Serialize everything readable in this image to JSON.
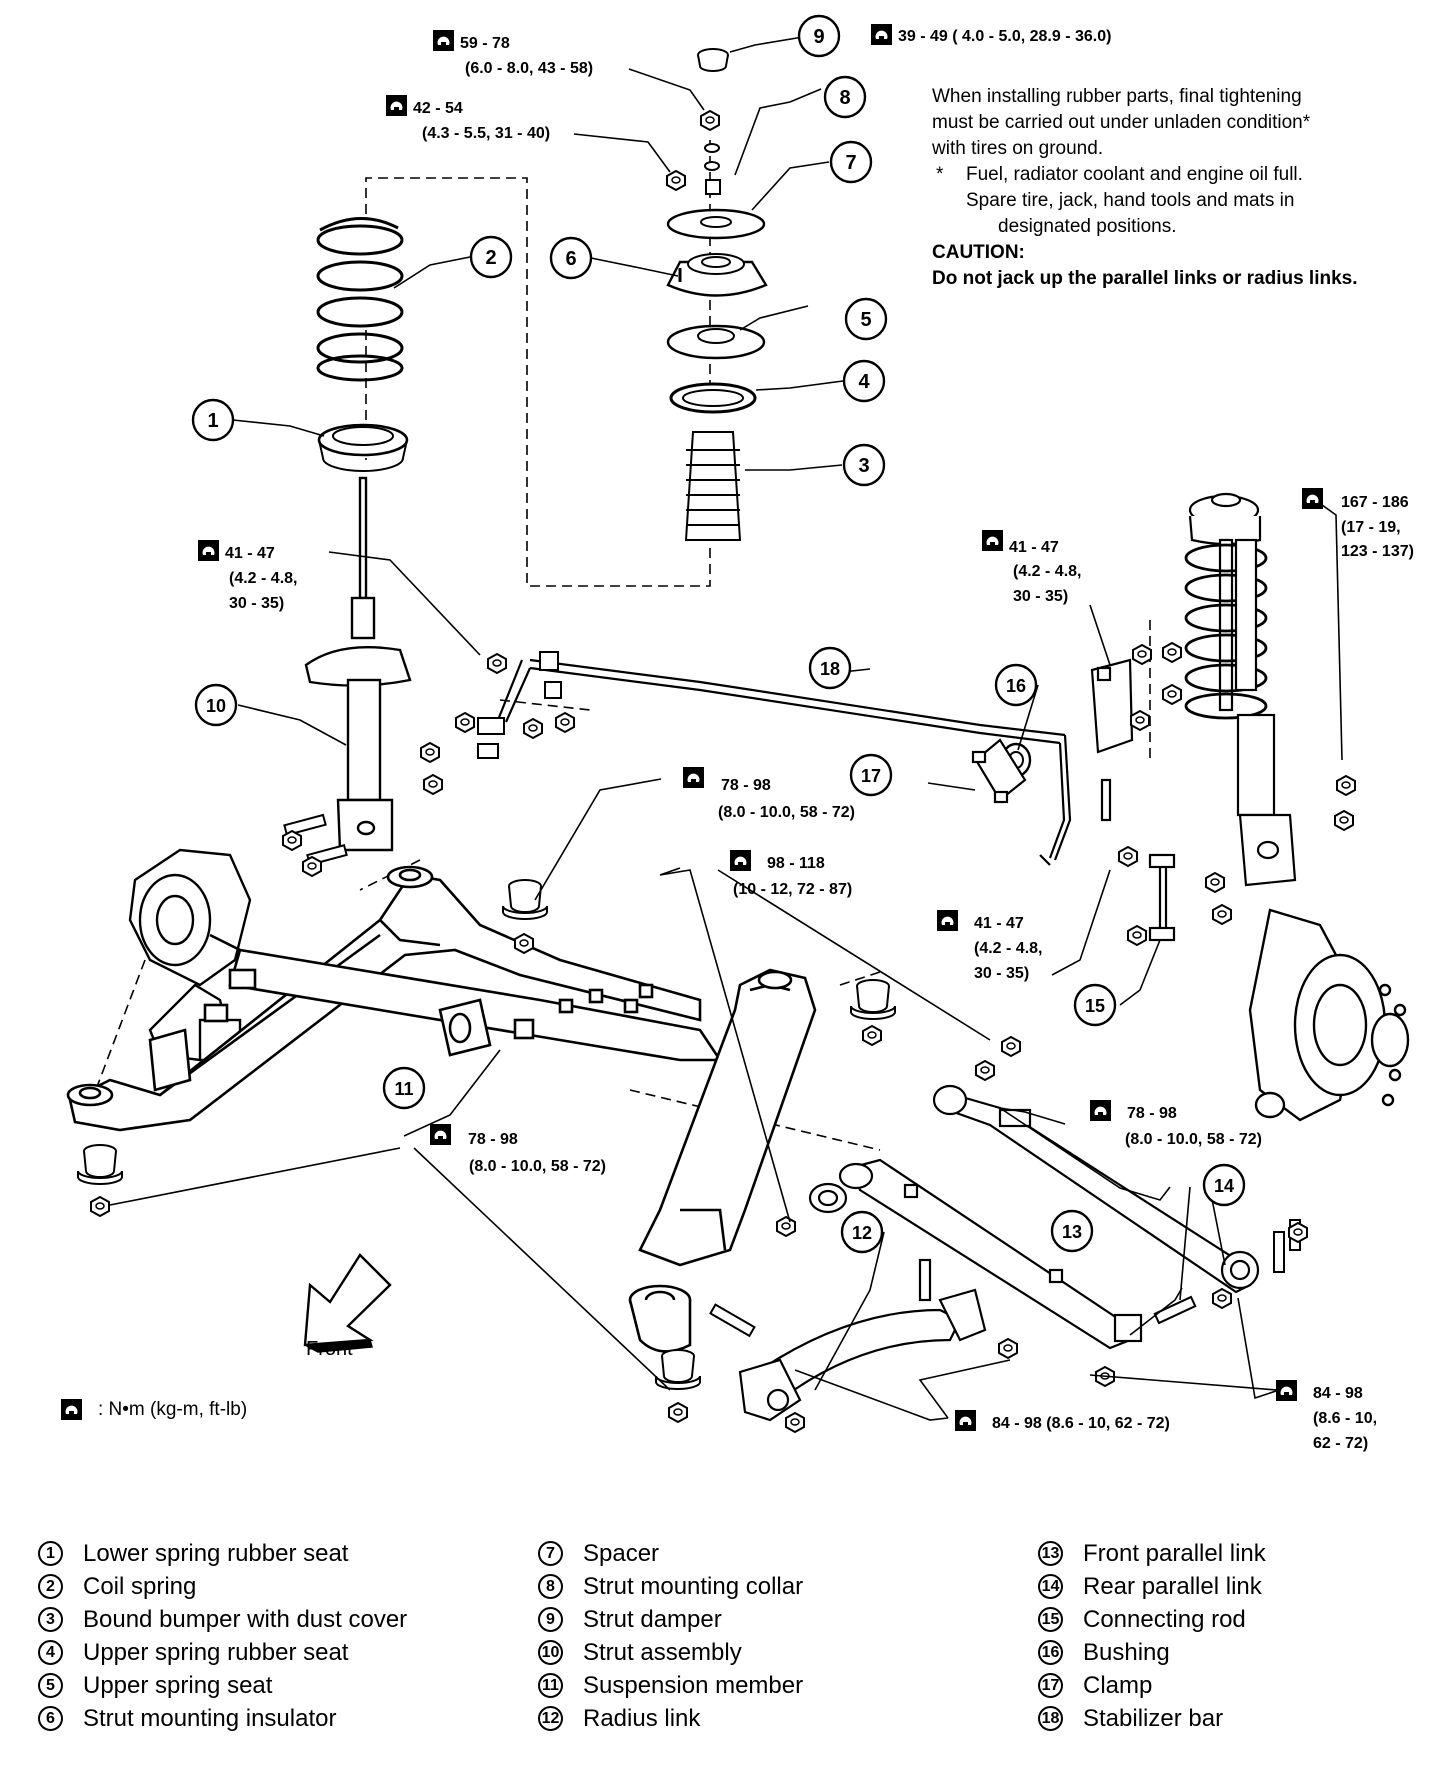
{
  "callouts": {
    "c1": "1",
    "c2": "2",
    "c3": "3",
    "c4": "4",
    "c5": "5",
    "c6": "6",
    "c7": "7",
    "c8": "8",
    "c9": "9",
    "c10": "10",
    "c11": "11",
    "c12": "12",
    "c13": "13",
    "c14": "14",
    "c15": "15",
    "c16": "16",
    "c17": "17",
    "c18": "18"
  },
  "torque": {
    "t59_l1": "59 - 78",
    "t59_l2": "(6.0 - 8.0, 43 - 58)",
    "t42_l1": "42 - 54",
    "t42_l2": "(4.3 - 5.5, 31 - 40)",
    "t39": "39 - 49 ( 4.0 - 5.0, 28.9 - 36.0)",
    "t41a_l1": "41 - 47",
    "t41a_l2": "(4.2 - 4.8,",
    "t41a_l3": "30 - 35)",
    "t41b_l1": "41 - 47",
    "t41b_l2": "(4.2 - 4.8,",
    "t41b_l3": "30 - 35)",
    "t41c_l1": "41 - 47",
    "t41c_l2": "(4.2 - 4.8,",
    "t41c_l3": "30 - 35)",
    "t167_l1": "167 - 186",
    "t167_l2": "(17 - 19,",
    "t167_l3": "123 - 137)",
    "t78a_l1": "78 - 98",
    "t78a_l2": "(8.0 - 10.0, 58 - 72)",
    "t98_l1": "98 - 118",
    "t98_l2": "(10 - 12, 72 - 87)",
    "t78b_l1": "78 - 98",
    "t78b_l2": "(8.0 - 10.0, 58 - 72)",
    "t78c_l1": "78 - 98",
    "t78c_l2": "(8.0 - 10.0, 58 - 72)",
    "t84a": "84 - 98 (8.6 - 10, 62 - 72)",
    "t84b_l1": "84 - 98",
    "t84b_l2": "(8.6 - 10,",
    "t84b_l3": "62 - 72)"
  },
  "front_label": "Front",
  "unit_key": ": N•m (kg-m, ft-lb)",
  "note": {
    "line1": "When installing rubber parts, final tightening",
    "line2": "must be carried out under unladen condition*",
    "line3": "with tires on ground.",
    "star": "*",
    "fn1": "Fuel, radiator coolant and engine oil full.",
    "fn2": "Spare tire, jack, hand tools and mats in",
    "fn3": "designated positions.",
    "caution_heading": "CAUTION:",
    "caution_text": "Do not jack up the parallel links or radius links."
  },
  "legend": [
    {
      "num": "1",
      "label": "Lower spring rubber seat"
    },
    {
      "num": "2",
      "label": "Coil spring"
    },
    {
      "num": "3",
      "label": "Bound bumper with dust cover"
    },
    {
      "num": "4",
      "label": "Upper spring rubber seat"
    },
    {
      "num": "5",
      "label": "Upper spring seat"
    },
    {
      "num": "6",
      "label": "Strut mounting insulator"
    },
    {
      "num": "7",
      "label": "Spacer"
    },
    {
      "num": "8",
      "label": "Strut mounting collar"
    },
    {
      "num": "9",
      "label": "Strut damper"
    },
    {
      "num": "10",
      "label": "Strut assembly"
    },
    {
      "num": "11",
      "label": "Suspension member"
    },
    {
      "num": "12",
      "label": "Radius link"
    },
    {
      "num": "13",
      "label": "Front parallel link"
    },
    {
      "num": "14",
      "label": "Rear parallel link"
    },
    {
      "num": "15",
      "label": "Connecting rod"
    },
    {
      "num": "16",
      "label": "Bushing"
    },
    {
      "num": "17",
      "label": "Clamp"
    },
    {
      "num": "18",
      "label": "Stabilizer bar"
    }
  ]
}
